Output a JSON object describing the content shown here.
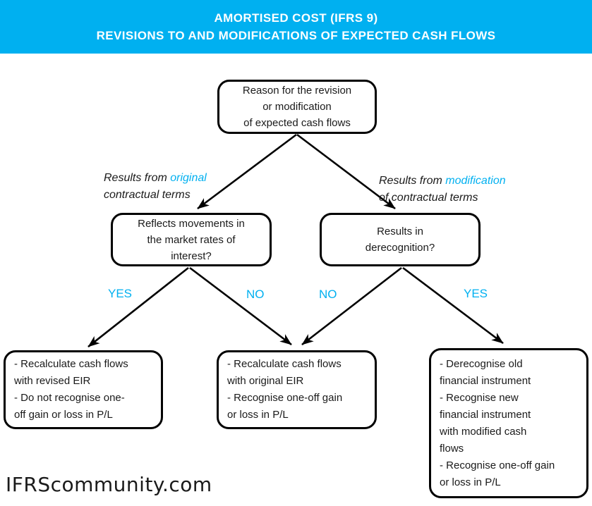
{
  "header": {
    "line1": "AMORTISED COST (IFRS 9)",
    "line2": "REVISIONS TO AND MODIFICATIONS OF EXPECTED CASH FLOWS",
    "bg_color": "#00B0F0",
    "text_color": "#FFFFFF"
  },
  "flowchart": {
    "accent_color": "#00B0F0",
    "line_color": "#000000",
    "root_box": {
      "text": "Reason for the revision\nor modification\nof expected cash flows"
    },
    "branch_labels": {
      "left": {
        "prefix": "Results from ",
        "accent": "original",
        "suffix": "\ncontractual terms"
      },
      "right": {
        "prefix": "Results from ",
        "accent": "modification",
        "suffix": "\nof contractual terms"
      }
    },
    "question_boxes": {
      "left": {
        "text": "Reflects movements in\nthe market rates of\ninterest?"
      },
      "right": {
        "text": "Results in\nderecognition?"
      }
    },
    "edge_labels": {
      "left_yes": "YES",
      "left_no": "NO",
      "right_no": "NO",
      "right_yes": "YES"
    },
    "outcome_boxes": {
      "left": {
        "text": "- Recalculate cash flows\nwith revised EIR\n- Do not recognise one-\noff gain or loss in P/L"
      },
      "middle": {
        "text": "- Recalculate cash flows\nwith original EIR\n- Recognise one-off gain\nor loss in P/L"
      },
      "right": {
        "text": "- Derecognise old\nfinancial instrument\n- Recognise new\nfinancial instrument\nwith modified cash\nflows\n- Recognise one-off gain\nor loss in P/L"
      }
    }
  },
  "footer": {
    "watermark": "IFRScommunity.com"
  }
}
